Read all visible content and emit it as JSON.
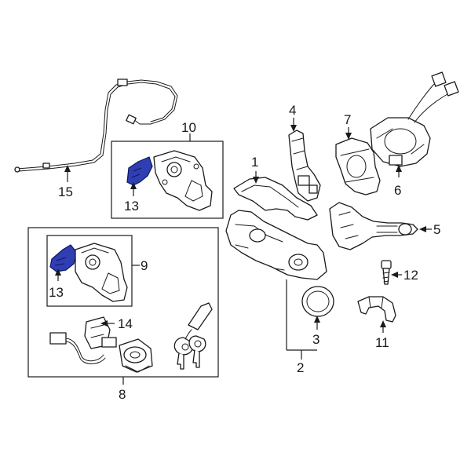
{
  "diagram": {
    "callouts": {
      "c1": "1",
      "c2": "2",
      "c3": "3",
      "c4": "4",
      "c5": "5",
      "c6": "6",
      "c7": "7",
      "c8": "8",
      "c9": "9",
      "c10": "10",
      "c11": "11",
      "c12": "12",
      "c13a": "13",
      "c13b": "13",
      "c14": "14",
      "c15": "15"
    },
    "highlight_color": "#2f3fb3",
    "highlighted_part": "13"
  }
}
